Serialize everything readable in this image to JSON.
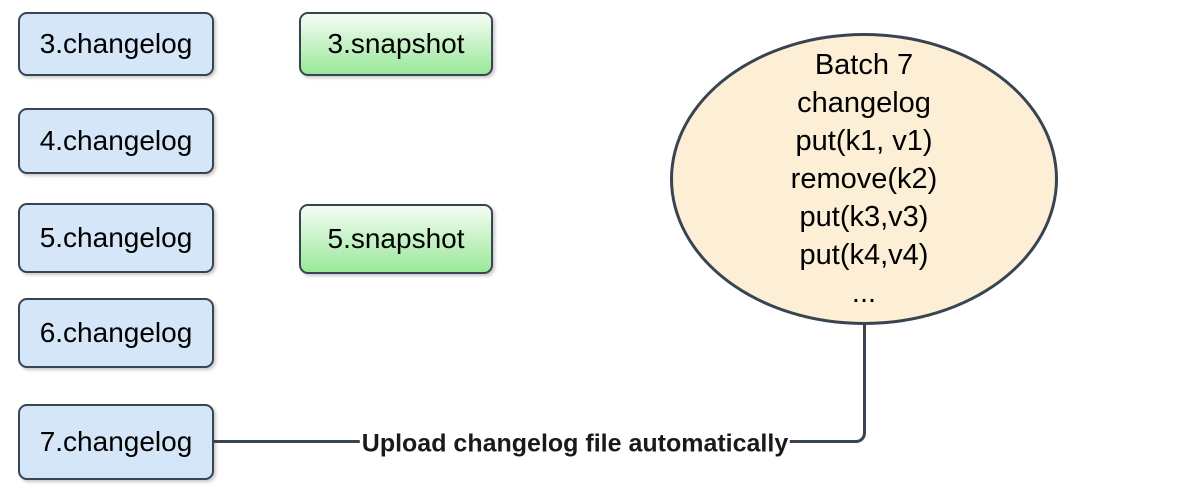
{
  "colors": {
    "canvas_background": "#ffffff",
    "stroke": "#394452",
    "text": "#000000",
    "changelog_fill": "#d4e6f8",
    "snapshot_gradient_top": "#f5fdf5",
    "snapshot_gradient_bottom": "#99e899",
    "bubble_fill": "#fcefd6",
    "connector_label_color": "#1a1a1a"
  },
  "changelog_files": [
    {
      "label": "3.changelog"
    },
    {
      "label": "4.changelog"
    },
    {
      "label": "5.changelog"
    },
    {
      "label": "6.changelog"
    },
    {
      "label": "7.changelog"
    }
  ],
  "snapshot_files": [
    {
      "label": "3.snapshot"
    },
    {
      "label": "5.snapshot"
    }
  ],
  "batch_bubble": {
    "lines": [
      "Batch 7",
      "changelog",
      "put(k1, v1)",
      "remove(k2)",
      "put(k3,v3)",
      "put(k4,v4)",
      "..."
    ]
  },
  "connector": {
    "label": "Upload changelog file automatically"
  }
}
